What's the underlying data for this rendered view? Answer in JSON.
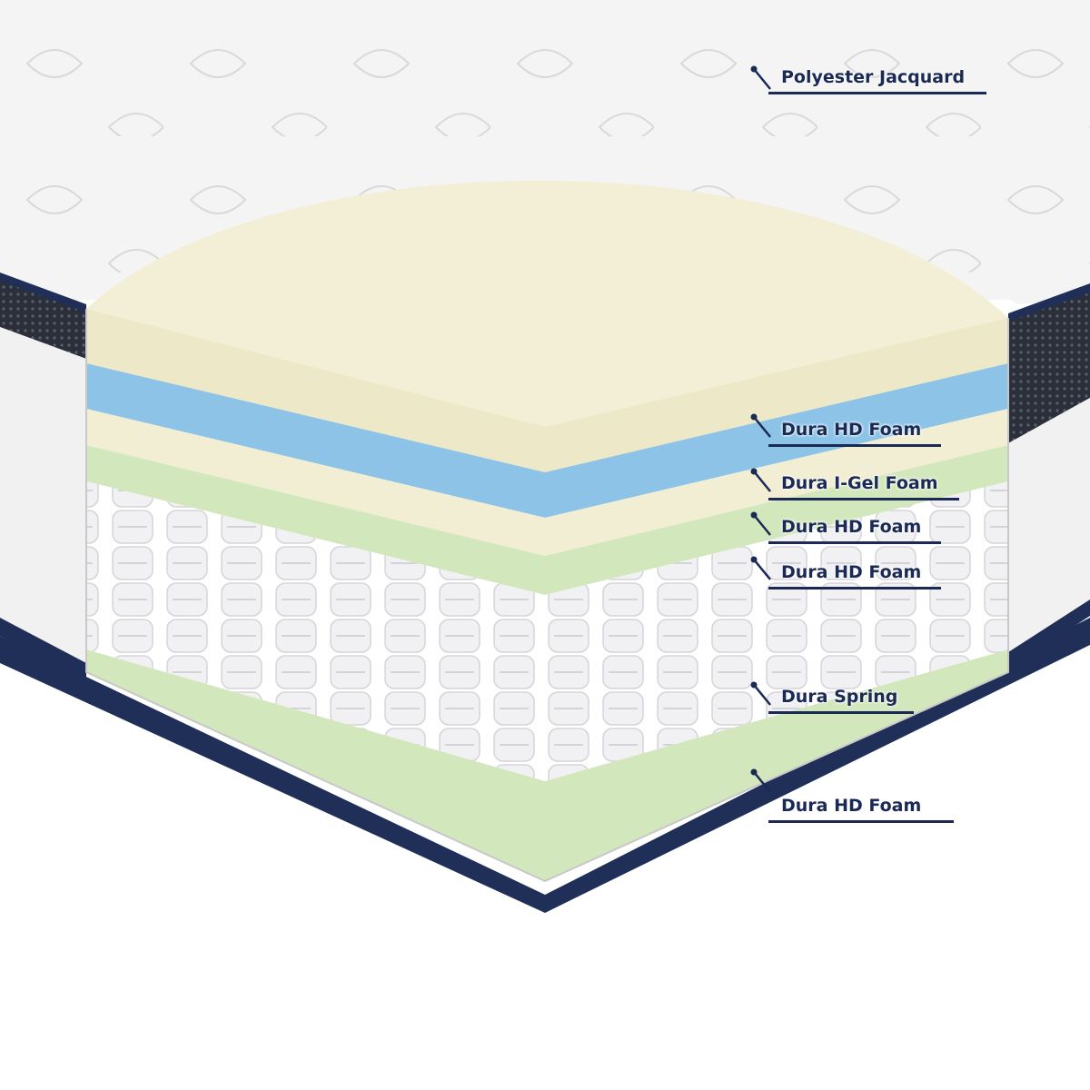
{
  "labels": {
    "cover": "Polyester Jacquard",
    "layer1": "Dura HD Foam",
    "layer2": "Dura I-Gel Foam",
    "layer3": "Dura HD Foam",
    "layer4": "Dura HD Foam",
    "springs": "Dura Spring",
    "base": "Dura HD Foam"
  },
  "colors": {
    "cover_fabric": "#f4f4f4",
    "border_navy": "#1f2f57",
    "cream_foam": "#f3efd6",
    "gel_foam": "#8cc3e6",
    "green_foam": "#d3e7bd",
    "springs": "#ffffff",
    "label_text": "#1a2a55"
  }
}
